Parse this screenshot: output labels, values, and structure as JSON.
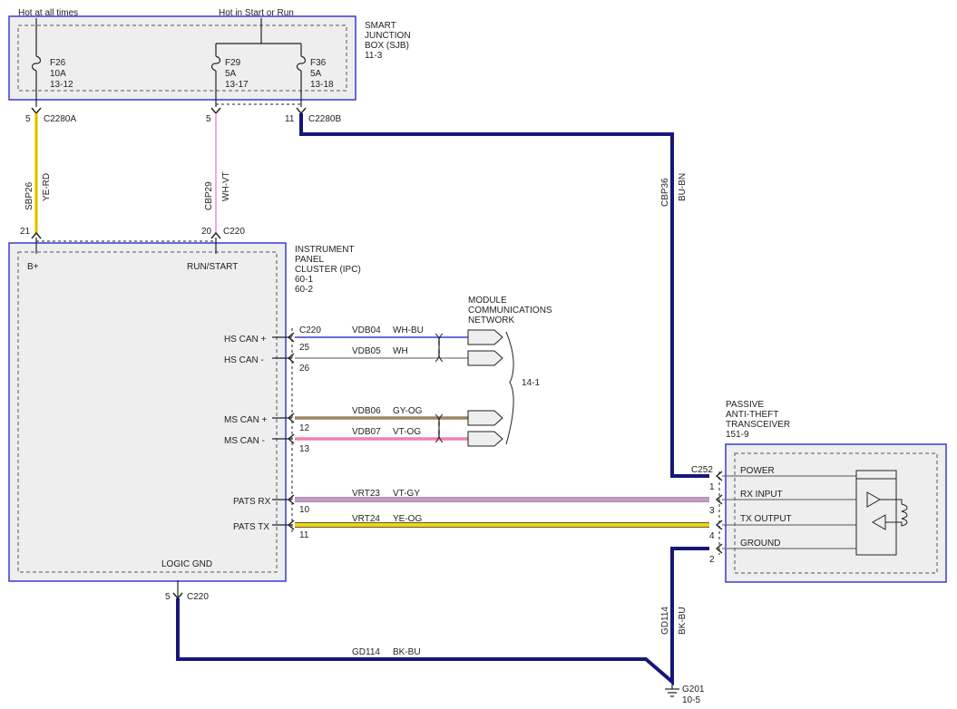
{
  "power": {
    "hot_at_all_times": "Hot at all times",
    "hot_in_start_run": "Hot in Start or Run"
  },
  "sjb": {
    "title_lines": [
      "SMART",
      "JUNCTION",
      "BOX (SJB)",
      "11-3"
    ],
    "fuses": [
      {
        "id": "F26",
        "rating": "10A",
        "ref": "13-12"
      },
      {
        "id": "F29",
        "rating": "5A",
        "ref": "13-17"
      },
      {
        "id": "F36",
        "rating": "5A",
        "ref": "13-18"
      }
    ]
  },
  "c2280": {
    "pin_f26": "5",
    "conn_a": "C2280A",
    "pin_f29": "5",
    "pin_f36": "11",
    "conn_b": "C2280B"
  },
  "wires": {
    "sbp26": {
      "circuit": "SBP26",
      "color": "YE-RD"
    },
    "cbp29": {
      "circuit": "CBP29",
      "color": "WH-VT"
    },
    "cbp36": {
      "circuit": "CBP36",
      "color": "BU-BN"
    },
    "vdb04": {
      "circuit": "VDB04",
      "color": "WH-BU"
    },
    "vdb05": {
      "circuit": "VDB05",
      "color": "WH"
    },
    "vdb06": {
      "circuit": "VDB06",
      "color": "GY-OG"
    },
    "vdb07": {
      "circuit": "VDB07",
      "color": "VT-OG"
    },
    "vrt23": {
      "circuit": "VRT23",
      "color": "VT-GY"
    },
    "vrt24": {
      "circuit": "VRT24",
      "color": "YE-OG"
    },
    "gd114_h": {
      "circuit": "GD114",
      "color": "BK-BU"
    },
    "gd114_v": {
      "circuit": "GD114",
      "color": "BK-BU"
    }
  },
  "ipc": {
    "title_lines": [
      "INSTRUMENT",
      "PANEL",
      "CLUSTER (IPC)",
      "60-1",
      "60-2"
    ],
    "pin_bplus": "21",
    "pin_run": "20",
    "conn_top": "C220",
    "b_plus": "B+",
    "run_start": "RUN/START",
    "hs_can_plus": "HS CAN +",
    "hs_can_minus": "HS CAN -",
    "ms_can_plus": "MS CAN +",
    "ms_can_minus": "MS CAN -",
    "pats_rx": "PATS RX",
    "pats_tx": "PATS TX",
    "logic_gnd": "LOGIC GND",
    "conn_right": "C220",
    "pins_right": [
      "25",
      "26",
      "12",
      "13",
      "10",
      "11"
    ],
    "pin_gnd": "5",
    "conn_gnd": "C220"
  },
  "mcn": {
    "title_lines": [
      "MODULE",
      "COMMUNICATIONS",
      "NETWORK"
    ],
    "ref": "14-1"
  },
  "pats": {
    "title_lines": [
      "PASSIVE",
      "ANTI-THEFT",
      "TRANSCEIVER",
      "151-9"
    ],
    "conn": "C252",
    "power": "POWER",
    "rx_input": "RX INPUT",
    "tx_output": "TX OUTPUT",
    "ground": "GROUND",
    "pins": [
      "1",
      "3",
      "4",
      "2"
    ]
  },
  "ground": {
    "id": "G201",
    "ref": "10-5"
  },
  "colors": {
    "box_border": "#3a3ad0",
    "box_fill": "#eeeeee",
    "yellow": "#f2d600",
    "pink": "#f0a8e8",
    "navy": "#16167a",
    "brown": "#9a8464",
    "pinkred": "#f080b0",
    "violetgray": "#c898c8",
    "blueline": "#3a3ad0"
  }
}
